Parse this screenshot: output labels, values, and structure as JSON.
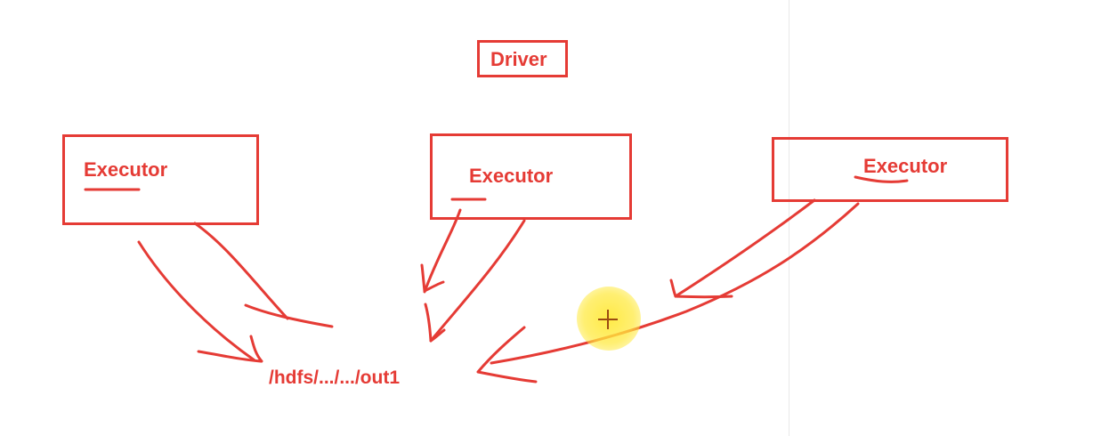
{
  "diagram": {
    "driver_label": "Driver",
    "executors": [
      {
        "label": "Executor"
      },
      {
        "label": "Executor"
      },
      {
        "label": "Executor"
      }
    ],
    "output_path": "/hdfs/.../.../out1",
    "stroke_color": "#e53b35",
    "cursor_color": "#ffe93c"
  }
}
